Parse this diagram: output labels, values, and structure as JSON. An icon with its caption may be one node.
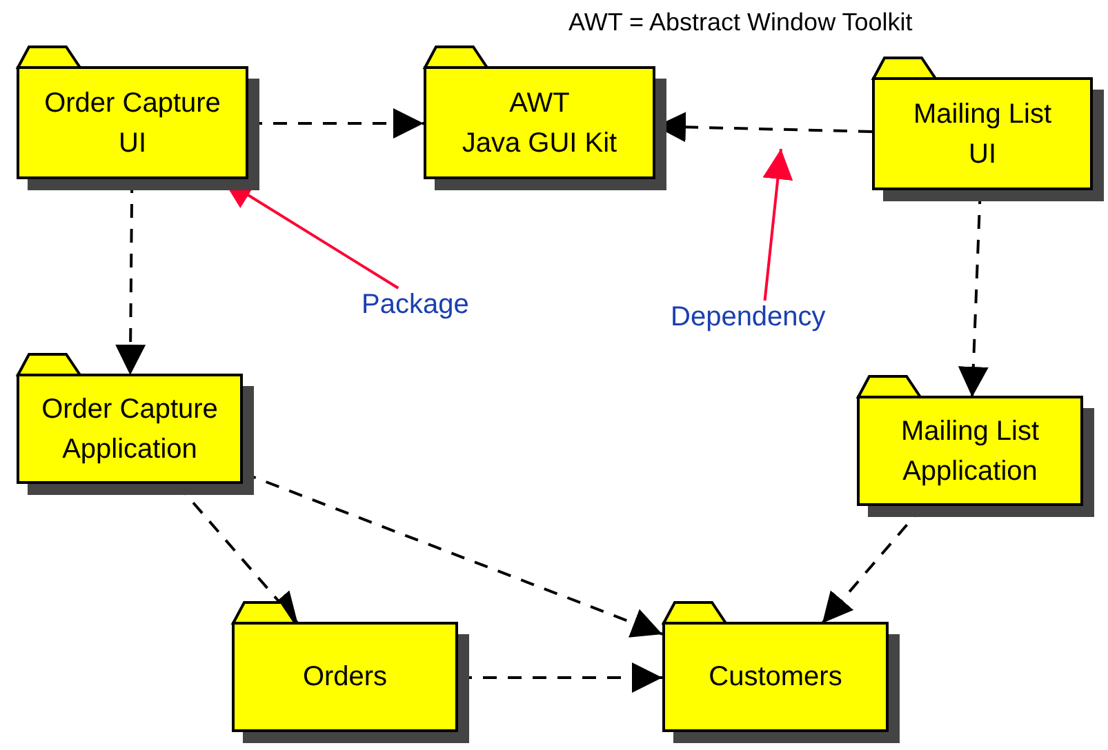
{
  "diagram": {
    "nodes": [
      {
        "text": [
          "Order Capture UI"
        ]
      },
      {
        "text": [
          "AWT",
          "Java GUI Kit"
        ]
      },
      {
        "text": [
          "Mailing List UI"
        ]
      },
      {
        "text": [
          "Order Capture Application"
        ]
      },
      {
        "text": [
          "Mailing List Application"
        ]
      },
      {
        "text": [
          "Orders"
        ]
      },
      {
        "text": [
          "Customers"
        ]
      },
      {
        "text": [
          "Package"
        ]
      },
      {
        "text": [
          "Dependency"
        ]
      }
    ],
    "edges": [
      {
        "from": 0,
        "to": 1,
        "arrow": "to",
        "style": "dashed"
      },
      {
        "from": 2,
        "to": 1,
        "arrow": "to",
        "style": "dashed"
      },
      {
        "from": 0,
        "to": 3,
        "arrow": "to",
        "style": "dashed"
      },
      {
        "from": 2,
        "to": 4,
        "arrow": "to",
        "style": "dashed"
      },
      {
        "from": 3,
        "to": 5,
        "arrow": "to",
        "style": "dashed"
      },
      {
        "from": 3,
        "to": 6,
        "arrow": "to",
        "style": "dashed"
      },
      {
        "from": 5,
        "to": 6,
        "arrow": "to",
        "style": "dashed"
      },
      {
        "from": 4,
        "to": 6,
        "arrow": "to",
        "style": "dashed"
      },
      {
        "from": 7,
        "to": 0,
        "arrow": "to",
        "color": "#ff0033"
      },
      {
        "from": 8,
        "to": null,
        "arrow": "to",
        "color": "#ff0033"
      }
    ],
    "labels": [
      "AWT = Abstract Window Toolkit"
    ]
  }
}
